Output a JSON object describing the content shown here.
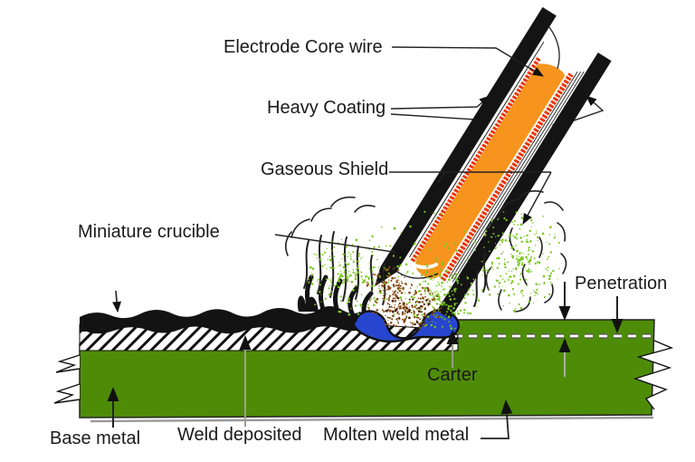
{
  "diagram": {
    "labels": {
      "electrode_core_wire": "Electrode Core wire",
      "heavy_coating": "Heavy Coating",
      "gaseous_shield": "Gaseous Shield",
      "miniature_crucible": "Miniature crucible",
      "penetration": "Penetration",
      "crater": "Carter",
      "base_metal": "Base metal",
      "weld_deposited": "Weld deposited",
      "molten_weld_metal": "Molten weld metal"
    },
    "colors": {
      "base_metal_green": "#4e8c08",
      "core_orange": "#f7941d",
      "flux_stripe_red": "#e8380d",
      "molten_pool_blue": "#2746cf",
      "coating_black": "#141414",
      "slag_black": "#131313",
      "shield_green_speckle": "#7cc722",
      "spatter_brown": "#8a4a12",
      "spatter_dark": "#4a2506"
    }
  }
}
